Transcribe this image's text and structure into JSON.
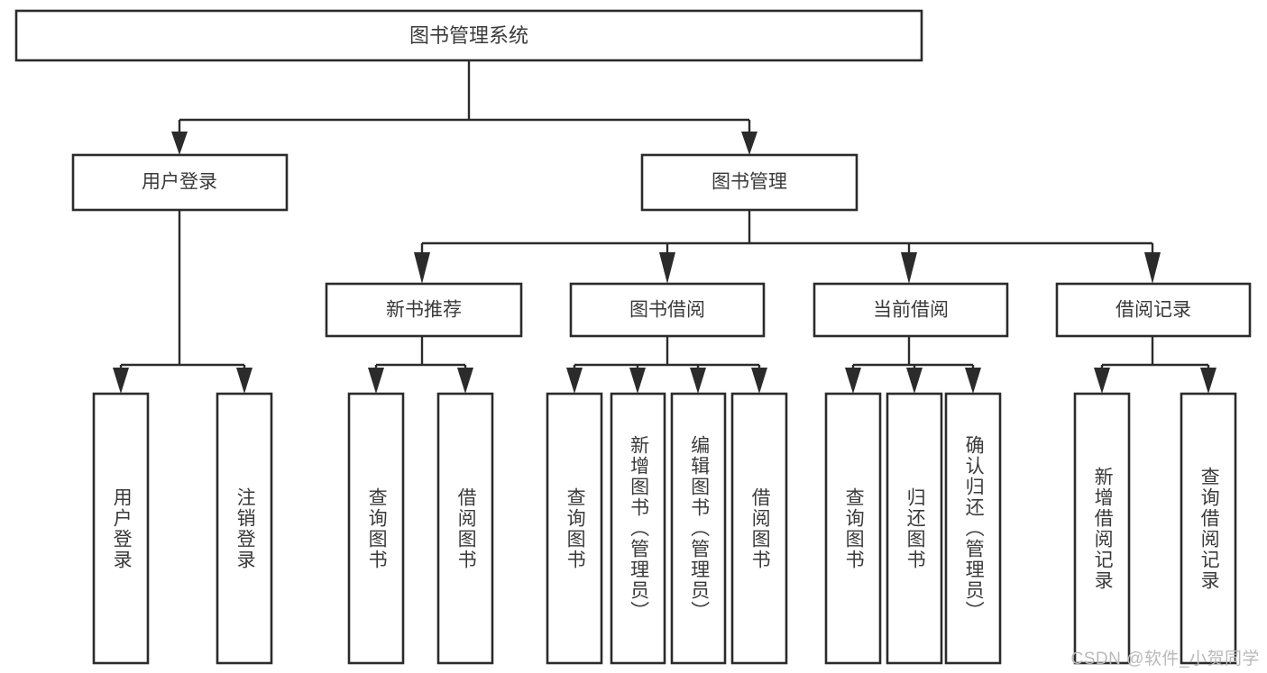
{
  "diagram": {
    "title": "图书管理系统",
    "type": "tree-flowchart",
    "watermark": "CSDN @软件_小贺同学",
    "colors": {
      "background": "#ffffff",
      "box_fill": "#ffffff",
      "box_stroke": "#2b2b2b",
      "connector": "#2b2b2b",
      "text": "#3a3a3a",
      "watermark": "#b9b9b9"
    },
    "root": {
      "label": "图书管理系统",
      "orientation": "horizontal"
    },
    "level1": [
      {
        "label": "用户登录",
        "orientation": "horizontal"
      },
      {
        "label": "图书管理",
        "orientation": "horizontal"
      }
    ],
    "level2": [
      {
        "label": "新书推荐",
        "orientation": "horizontal"
      },
      {
        "label": "图书借阅",
        "orientation": "horizontal"
      },
      {
        "label": "当前借阅",
        "orientation": "horizontal"
      },
      {
        "label": "借阅记录",
        "orientation": "horizontal"
      }
    ],
    "leaves": {
      "user_login": [
        {
          "label": "用户登录",
          "orientation": "vertical"
        },
        {
          "label": "注销登录",
          "orientation": "vertical"
        }
      ],
      "new_book_recommend": [
        {
          "label": "查询图书",
          "orientation": "vertical"
        },
        {
          "label": "借阅图书",
          "orientation": "vertical"
        }
      ],
      "book_borrow": [
        {
          "label": "查询图书",
          "orientation": "vertical"
        },
        {
          "label": "新增图书（管理员）",
          "orientation": "vertical"
        },
        {
          "label": "编辑图书（管理员）",
          "orientation": "vertical"
        },
        {
          "label": "借阅图书",
          "orientation": "vertical"
        }
      ],
      "current_borrow": [
        {
          "label": "查询图书",
          "orientation": "vertical"
        },
        {
          "label": "归还图书",
          "orientation": "vertical"
        },
        {
          "label": "确认归还（管理员）",
          "orientation": "vertical"
        }
      ],
      "borrow_record": [
        {
          "label": "新增借阅记录",
          "orientation": "vertical"
        },
        {
          "label": "查询借阅记录",
          "orientation": "vertical"
        }
      ]
    }
  }
}
